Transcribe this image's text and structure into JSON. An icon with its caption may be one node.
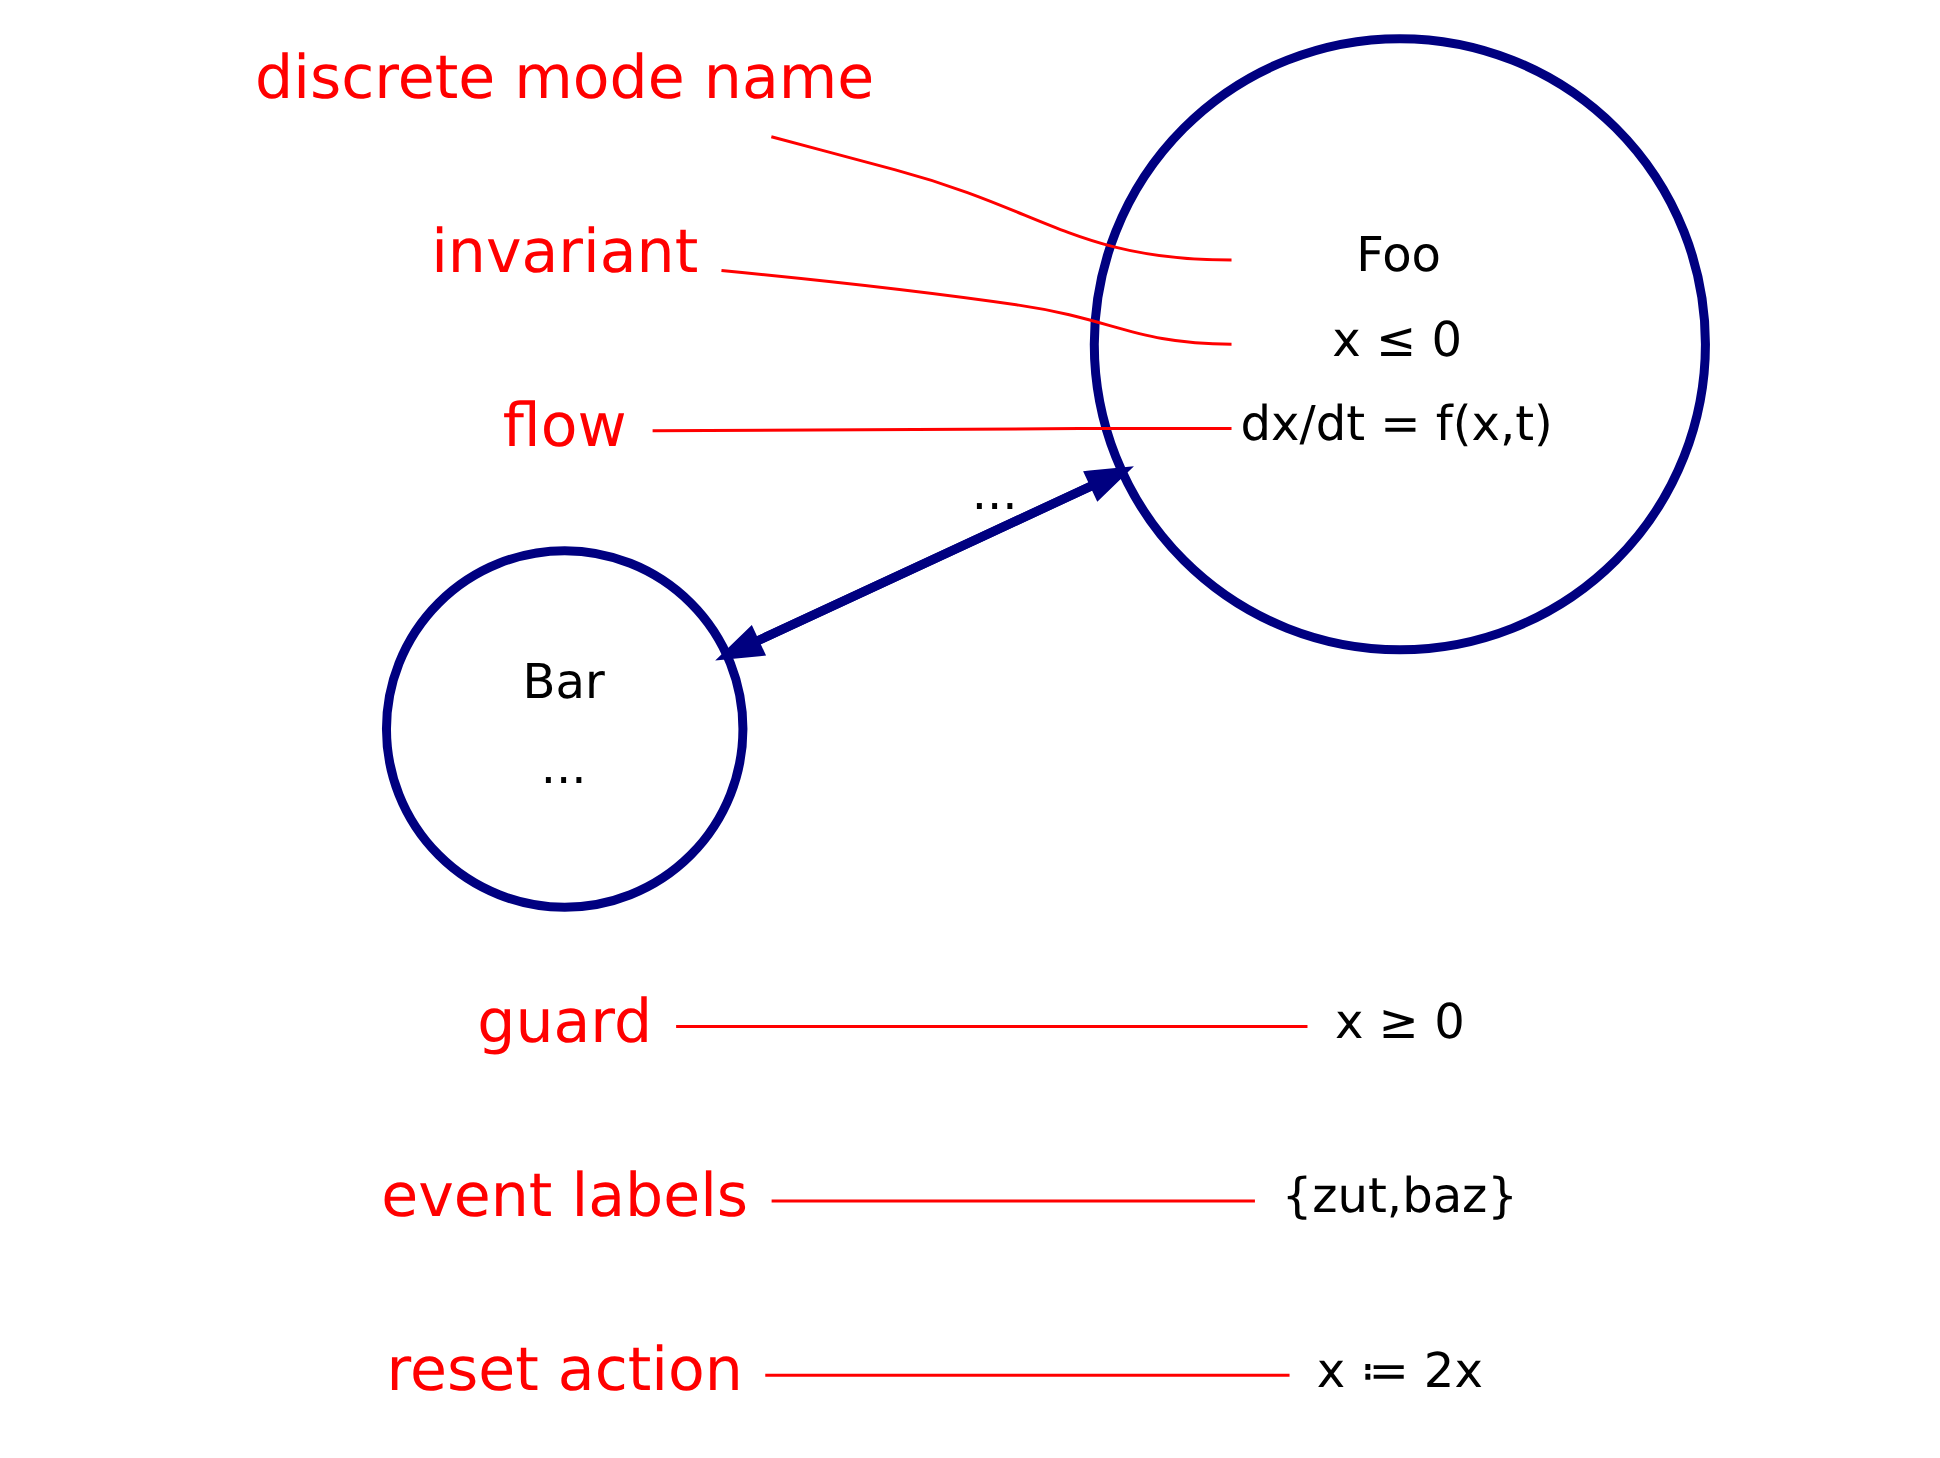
{
  "diagram": {
    "nodes": [
      {
        "text": [
          "reset action"
        ]
      },
      {
        "text": [
          "event labels"
        ]
      },
      {
        "text": [
          "{zut,baz}"
        ]
      },
      {
        "text": [
          "x ≔ 2x"
        ]
      },
      {
        "text": [
          "guard"
        ]
      },
      {
        "text": [
          "x ≥ 0"
        ]
      },
      {
        "text": [
          "Bar",
          "..."
        ]
      },
      {
        "text": [
          "discrete mode name"
        ]
      },
      {
        "text": [
          "Foo",
          "x ≤ 0",
          "dx/dt = f(x,t)"
        ]
      },
      {
        "text": [
          "invariant"
        ]
      },
      {
        "text": [
          "flow"
        ]
      }
    ],
    "edges": [
      {
        "from": 0,
        "to": 3,
        "arrow": "none"
      },
      {
        "from": 1,
        "to": 2,
        "arrow": "none"
      },
      {
        "from": 4,
        "to": 5,
        "arrow": "none"
      },
      {
        "from": 7,
        "to": 8,
        "arrow": "none"
      },
      {
        "from": 9,
        "to": 8,
        "arrow": "none"
      },
      {
        "from": 10,
        "to": 8,
        "arrow": "none"
      },
      {
        "from": 8,
        "to": 6,
        "arrow": "to",
        "style": "thick",
        "color": "#000080"
      },
      {
        "from": 6,
        "to": 8,
        "arrow": "to",
        "label": "...",
        "style": "thick",
        "color": "#000080"
      }
    ]
  }
}
